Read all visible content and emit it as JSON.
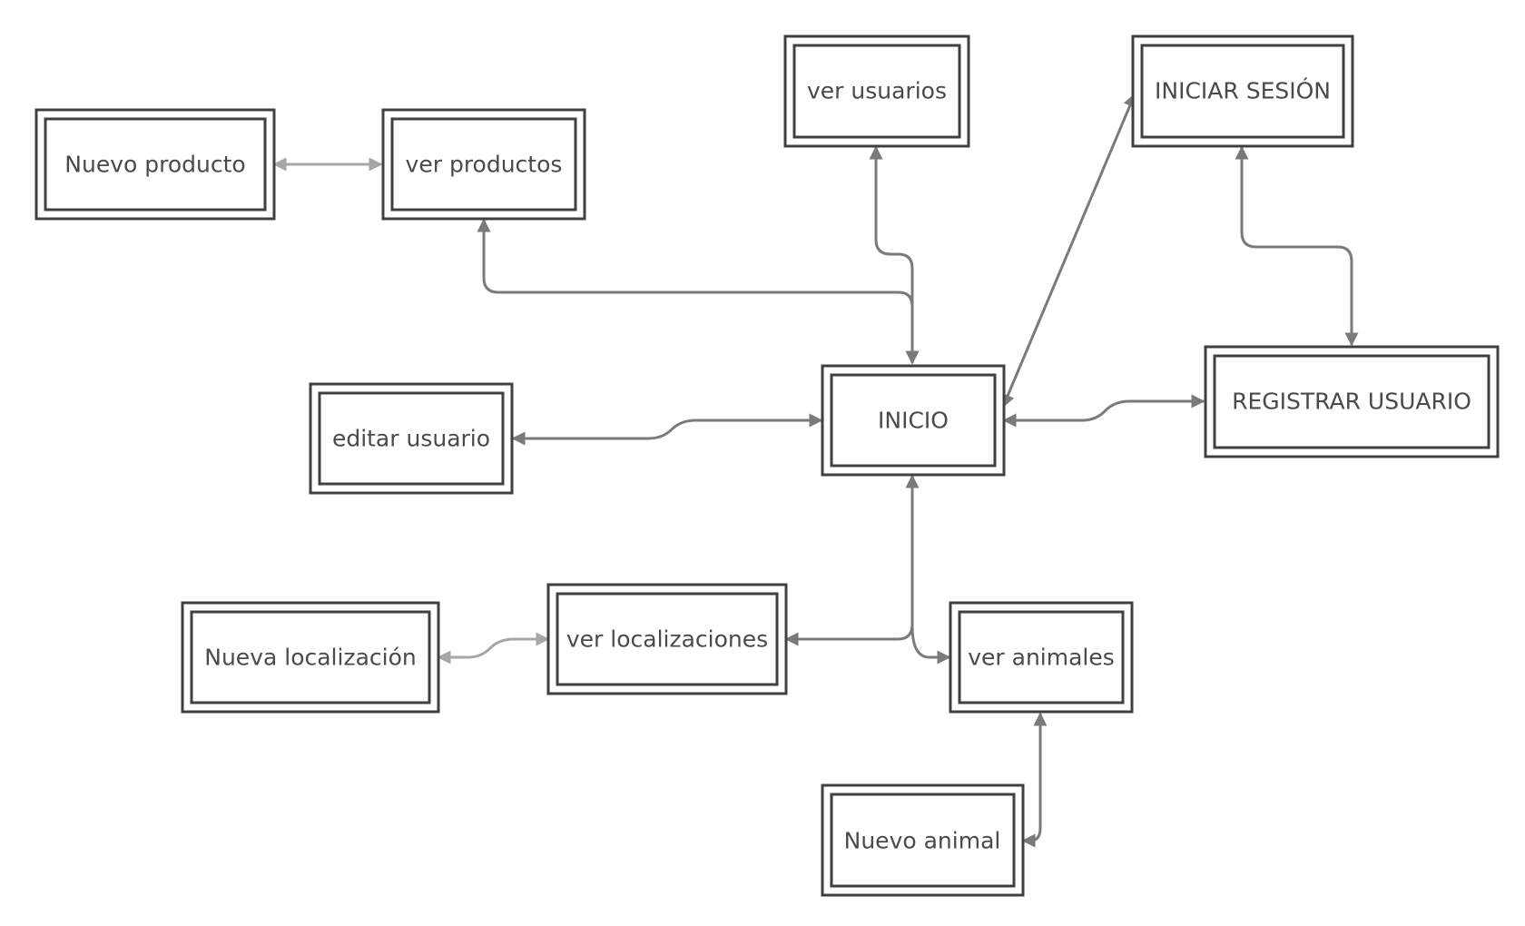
{
  "diagram": {
    "nodes": [
      {
        "id": "nuevo-producto",
        "label": "Nuevo producto"
      },
      {
        "id": "ver-productos",
        "label": "ver productos"
      },
      {
        "id": "ver-usuarios",
        "label": "ver usuarios"
      },
      {
        "id": "iniciar-sesion",
        "label": "INICIAR SESIÓN"
      },
      {
        "id": "editar-usuario",
        "label": "editar usuario"
      },
      {
        "id": "inicio",
        "label": "INICIO"
      },
      {
        "id": "registrar-usuario",
        "label": "REGISTRAR USUARIO"
      },
      {
        "id": "nueva-localizacion",
        "label": "Nueva localización"
      },
      {
        "id": "ver-localizaciones",
        "label": "ver localizaciones"
      },
      {
        "id": "ver-animales",
        "label": "ver animales"
      },
      {
        "id": "nuevo-animal",
        "label": "Nuevo animal"
      }
    ],
    "edges": [
      {
        "from": "nuevo-producto",
        "to": "ver-productos",
        "bidirectional": true,
        "color": "#a6a6a6"
      },
      {
        "from": "ver-productos",
        "to": "inicio",
        "bidirectional": true,
        "color": "#808080"
      },
      {
        "from": "ver-usuarios",
        "to": "inicio",
        "bidirectional": true,
        "color": "#808080"
      },
      {
        "from": "inicio",
        "to": "iniciar-sesion",
        "bidirectional": true,
        "color": "#808080"
      },
      {
        "from": "iniciar-sesion",
        "to": "registrar-usuario",
        "bidirectional": true,
        "color": "#808080"
      },
      {
        "from": "inicio",
        "to": "registrar-usuario",
        "bidirectional": true,
        "color": "#808080"
      },
      {
        "from": "editar-usuario",
        "to": "inicio",
        "bidirectional": true,
        "color": "#808080"
      },
      {
        "from": "inicio",
        "to": "ver-localizaciones",
        "bidirectional": true,
        "color": "#808080"
      },
      {
        "from": "inicio",
        "to": "ver-animales",
        "bidirectional": true,
        "color": "#808080"
      },
      {
        "from": "nueva-localizacion",
        "to": "ver-localizaciones",
        "bidirectional": true,
        "color": "#a6a6a6"
      },
      {
        "from": "nuevo-animal",
        "to": "ver-animales",
        "bidirectional": true,
        "color": "#808080"
      }
    ],
    "colors": {
      "box_border": "#404040",
      "text": "#4a4a4a",
      "background": "#ffffff"
    }
  }
}
